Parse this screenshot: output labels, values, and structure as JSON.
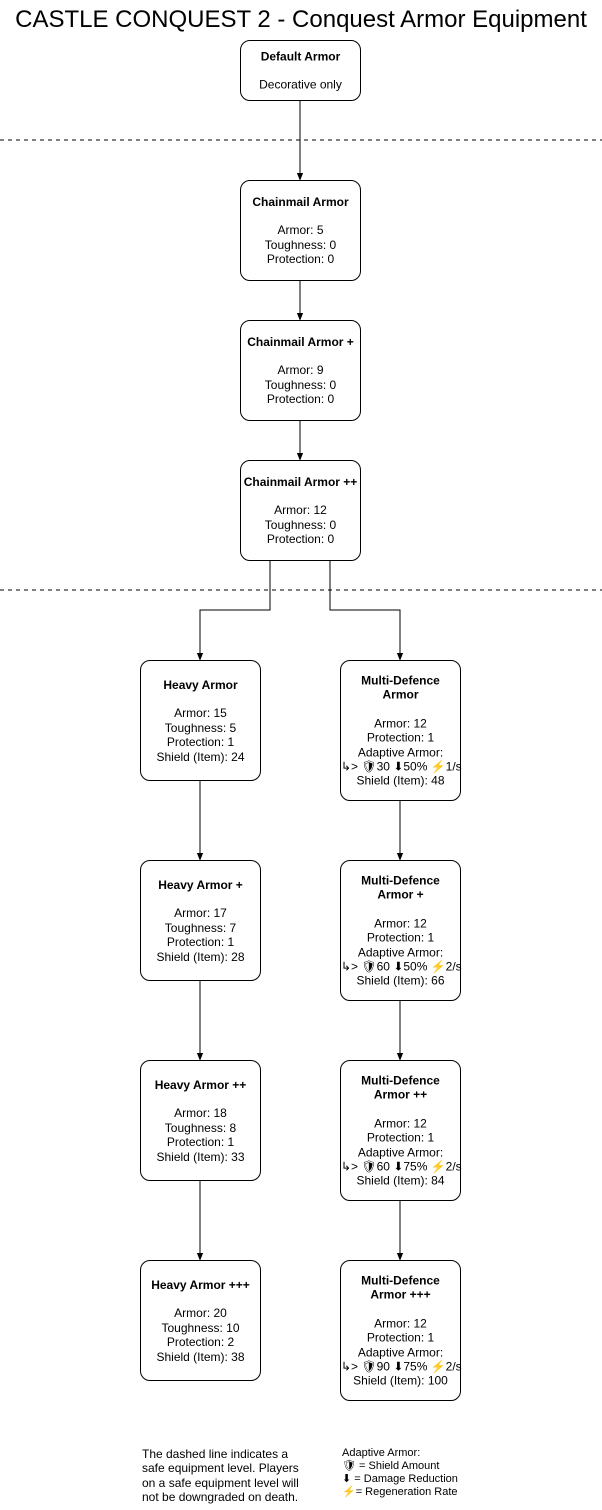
{
  "title": "CASTLE CONQUEST 2 - Conquest Armor Equipment",
  "nodes": {
    "default": {
      "name": "Default Armor",
      "lines": [
        "Decorative only"
      ]
    },
    "chain0": {
      "name": "Chainmail Armor",
      "lines": [
        "Armor: 5",
        "Toughness: 0",
        "Protection: 0"
      ]
    },
    "chain1": {
      "name": "Chainmail Armor +",
      "lines": [
        "Armor: 9",
        "Toughness: 0",
        "Protection: 0"
      ]
    },
    "chain2": {
      "name": "Chainmail Armor ++",
      "lines": [
        "Armor: 12",
        "Toughness: 0",
        "Protection: 0"
      ]
    },
    "heavy0": {
      "name": "Heavy Armor",
      "lines": [
        "Armor: 15",
        "Toughness: 5",
        "Protection: 1",
        "Shield (Item): 24"
      ]
    },
    "heavy1": {
      "name": "Heavy Armor +",
      "lines": [
        "Armor: 17",
        "Toughness: 7",
        "Protection: 1",
        "Shield (Item): 28"
      ]
    },
    "heavy2": {
      "name": "Heavy Armor ++",
      "lines": [
        "Armor: 18",
        "Toughness: 8",
        "Protection: 1",
        "Shield (Item): 33"
      ]
    },
    "heavy3": {
      "name": "Heavy Armor +++",
      "lines": [
        "Armor: 20",
        "Toughness: 10",
        "Protection: 2",
        "Shield (Item): 38"
      ]
    },
    "multi0": {
      "name": "Multi-Defence\nArmor",
      "lines": [
        "Armor: 12",
        "Protection: 1",
        "Adaptive Armor:",
        "↳> 🛡30 ⬇50% ⚡1/s",
        "Shield (Item): 48"
      ]
    },
    "multi1": {
      "name": "Multi-Defence\nArmor +",
      "lines": [
        "Armor: 12",
        "Protection: 1",
        "Adaptive Armor:",
        "↳> 🛡60 ⬇50% ⚡2/s",
        "Shield (Item): 66"
      ]
    },
    "multi2": {
      "name": "Multi-Defence\nArmor ++",
      "lines": [
        "Armor: 12",
        "Protection: 1",
        "Adaptive Armor:",
        "↳> 🛡60 ⬇75% ⚡2/s",
        "Shield (Item): 84"
      ]
    },
    "multi3": {
      "name": "Multi-Defence\nArmor +++",
      "lines": [
        "Armor: 12",
        "Protection: 1",
        "Adaptive Armor:",
        "↳> 🛡90 ⬇75% ⚡2/s",
        "Shield (Item): 100"
      ]
    }
  },
  "note": "The dashed line indicates a\nsafe equipment level. Players\non a safe equipment level will\nnot be downgraded on death.",
  "legend": {
    "heading": "Adaptive Armor:",
    "shield": "🛡 = Shield Amount",
    "reduction": "⬇ = Damage Reduction",
    "regen": "⚡= Regeneration Rate"
  }
}
